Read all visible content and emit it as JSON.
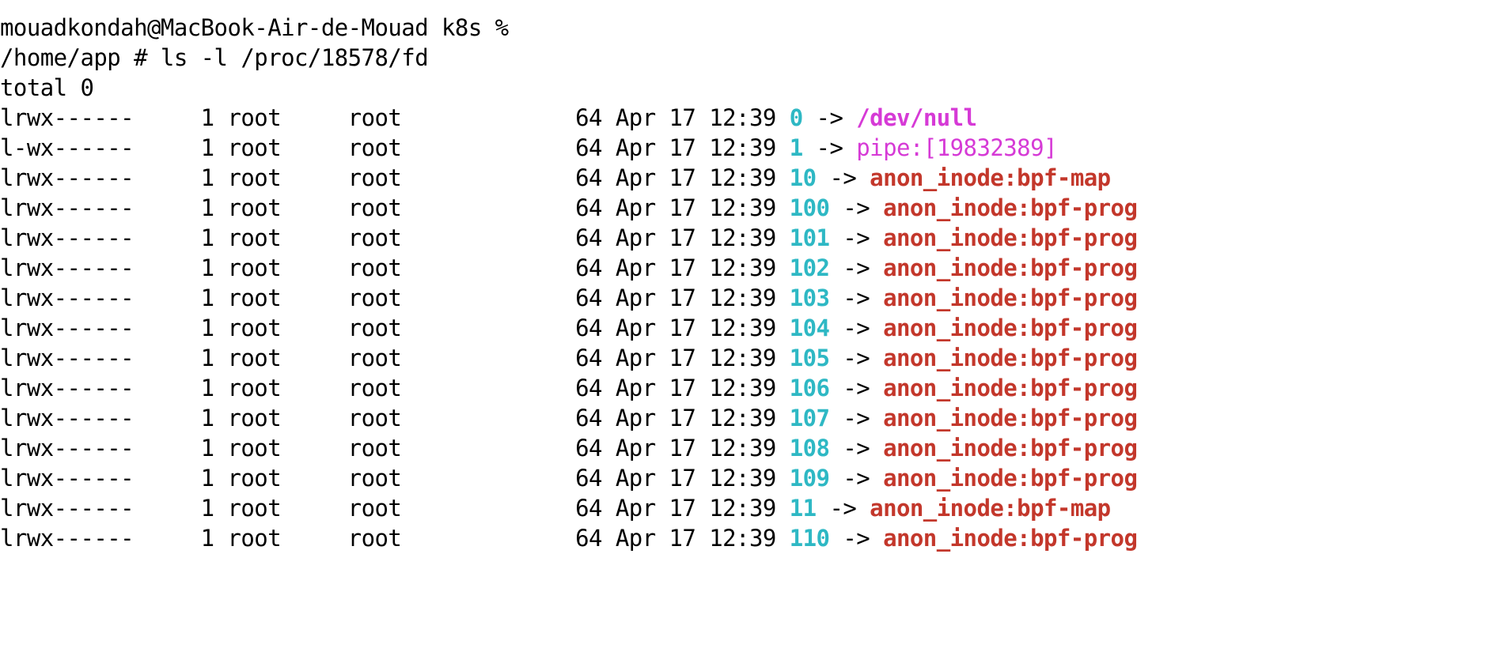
{
  "terminal": {
    "title": "ls -l /proc/18578/fd",
    "background_color": "#ffffff",
    "foreground_color": "#000000",
    "colors": {
      "fd_number": "#2eb8c4",
      "device_target": "#d63ad6",
      "pipe_target": "#d63ad6",
      "anon_inode_target": "#c3372b",
      "default_text": "#000000"
    },
    "prompt_line": "mouadkondah@MacBook-Air-de-Mouad k8s %",
    "command_line": "/home/app # ls -l /proc/18578/fd",
    "total_line": "total 0",
    "columns": {
      "links": "1",
      "owner": "root",
      "group": "root",
      "size": "64",
      "date": "Apr 17 12:39",
      "arrow": "->"
    },
    "entries": [
      {
        "perms": "lrwx------",
        "links": "1",
        "owner": "root",
        "group": "root",
        "size": "64",
        "date": "Apr 17 12:39",
        "fd": "0",
        "arrow": "->",
        "target": "/dev/null",
        "target_kind": "device"
      },
      {
        "perms": "l-wx------",
        "links": "1",
        "owner": "root",
        "group": "root",
        "size": "64",
        "date": "Apr 17 12:39",
        "fd": "1",
        "arrow": "->",
        "target": "pipe:[19832389]",
        "target_kind": "pipe"
      },
      {
        "perms": "lrwx------",
        "links": "1",
        "owner": "root",
        "group": "root",
        "size": "64",
        "date": "Apr 17 12:39",
        "fd": "10",
        "arrow": "->",
        "target": "anon_inode:bpf-map",
        "target_kind": "anon"
      },
      {
        "perms": "lrwx------",
        "links": "1",
        "owner": "root",
        "group": "root",
        "size": "64",
        "date": "Apr 17 12:39",
        "fd": "100",
        "arrow": "->",
        "target": "anon_inode:bpf-prog",
        "target_kind": "anon"
      },
      {
        "perms": "lrwx------",
        "links": "1",
        "owner": "root",
        "group": "root",
        "size": "64",
        "date": "Apr 17 12:39",
        "fd": "101",
        "arrow": "->",
        "target": "anon_inode:bpf-prog",
        "target_kind": "anon"
      },
      {
        "perms": "lrwx------",
        "links": "1",
        "owner": "root",
        "group": "root",
        "size": "64",
        "date": "Apr 17 12:39",
        "fd": "102",
        "arrow": "->",
        "target": "anon_inode:bpf-prog",
        "target_kind": "anon"
      },
      {
        "perms": "lrwx------",
        "links": "1",
        "owner": "root",
        "group": "root",
        "size": "64",
        "date": "Apr 17 12:39",
        "fd": "103",
        "arrow": "->",
        "target": "anon_inode:bpf-prog",
        "target_kind": "anon"
      },
      {
        "perms": "lrwx------",
        "links": "1",
        "owner": "root",
        "group": "root",
        "size": "64",
        "date": "Apr 17 12:39",
        "fd": "104",
        "arrow": "->",
        "target": "anon_inode:bpf-prog",
        "target_kind": "anon"
      },
      {
        "perms": "lrwx------",
        "links": "1",
        "owner": "root",
        "group": "root",
        "size": "64",
        "date": "Apr 17 12:39",
        "fd": "105",
        "arrow": "->",
        "target": "anon_inode:bpf-prog",
        "target_kind": "anon"
      },
      {
        "perms": "lrwx------",
        "links": "1",
        "owner": "root",
        "group": "root",
        "size": "64",
        "date": "Apr 17 12:39",
        "fd": "106",
        "arrow": "->",
        "target": "anon_inode:bpf-prog",
        "target_kind": "anon"
      },
      {
        "perms": "lrwx------",
        "links": "1",
        "owner": "root",
        "group": "root",
        "size": "64",
        "date": "Apr 17 12:39",
        "fd": "107",
        "arrow": "->",
        "target": "anon_inode:bpf-prog",
        "target_kind": "anon"
      },
      {
        "perms": "lrwx------",
        "links": "1",
        "owner": "root",
        "group": "root",
        "size": "64",
        "date": "Apr 17 12:39",
        "fd": "108",
        "arrow": "->",
        "target": "anon_inode:bpf-prog",
        "target_kind": "anon"
      },
      {
        "perms": "lrwx------",
        "links": "1",
        "owner": "root",
        "group": "root",
        "size": "64",
        "date": "Apr 17 12:39",
        "fd": "109",
        "arrow": "->",
        "target": "anon_inode:bpf-prog",
        "target_kind": "anon"
      },
      {
        "perms": "lrwx------",
        "links": "1",
        "owner": "root",
        "group": "root",
        "size": "64",
        "date": "Apr 17 12:39",
        "fd": "11",
        "arrow": "->",
        "target": "anon_inode:bpf-map",
        "target_kind": "anon"
      },
      {
        "perms": "lrwx------",
        "links": "1",
        "owner": "root",
        "group": "root",
        "size": "64",
        "date": "Apr 17 12:39",
        "fd": "110",
        "arrow": "->",
        "target": "anon_inode:bpf-prog",
        "target_kind": "anon"
      }
    ]
  }
}
